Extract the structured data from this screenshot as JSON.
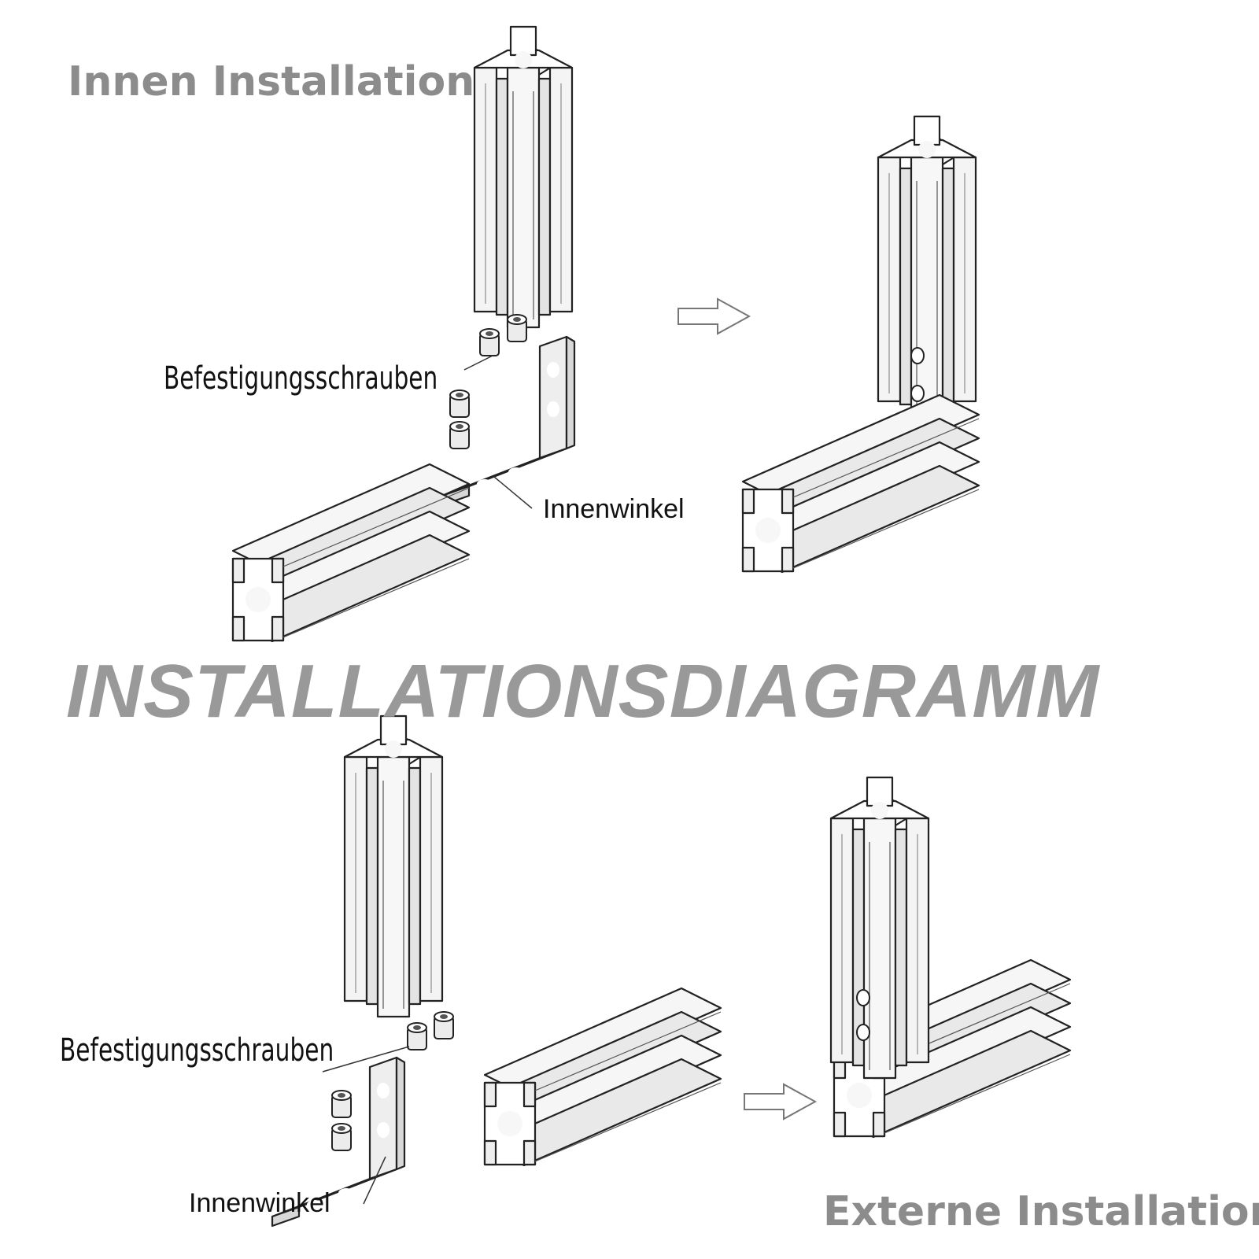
{
  "top": {
    "heading": "Innen Installation",
    "screws_label": "Befestigungsschrauben",
    "bracket_label": "Innenwinkel"
  },
  "main_title": "INSTALLATIONSDIAGRAMM",
  "bottom": {
    "screws_label": "Befestigungsschrauben",
    "bracket_label": "Innenwinkel",
    "heading": "Externe Installation"
  },
  "colors": {
    "title_gray": "#8c8c8c",
    "outline": "#222222",
    "fill": "#f3f3f3"
  },
  "icons": [
    "aluminum-profile",
    "corner-bracket",
    "set-screw",
    "right-arrow-icon"
  ]
}
